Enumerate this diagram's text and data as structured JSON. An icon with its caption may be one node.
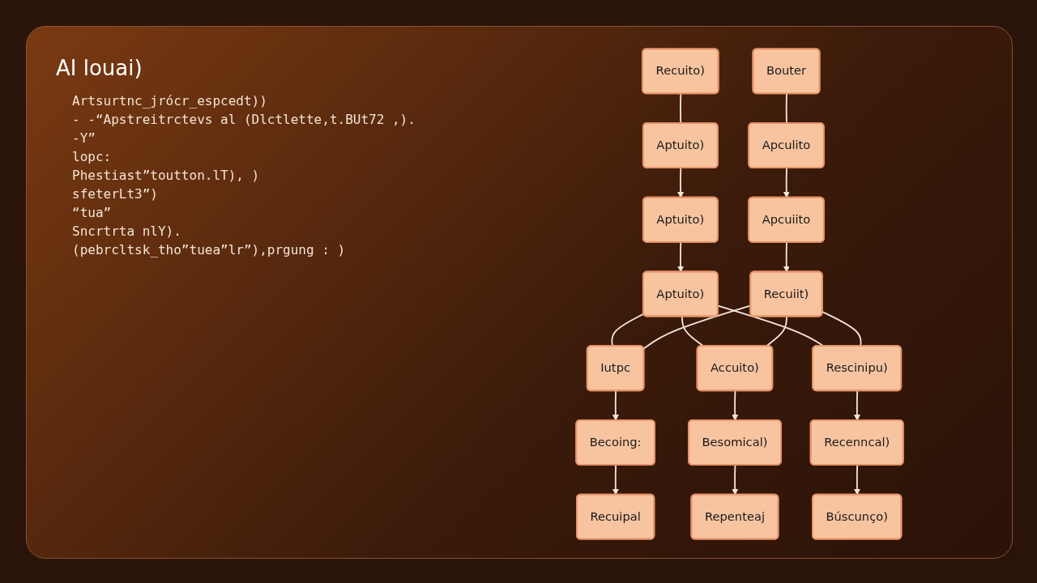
{
  "diagram": {
    "title": "AI louai)",
    "nodes": [
      {
        "text": [
          "Recuito)"
        ]
      },
      {
        "text": [
          "Aptuito)"
        ]
      },
      {
        "text": [
          "Aptuito)"
        ]
      },
      {
        "text": [
          "Aptuito)"
        ]
      },
      {
        "text": [
          "Bouter"
        ]
      },
      {
        "text": [
          "Apculito"
        ]
      },
      {
        "text": [
          "Apcuiito"
        ]
      },
      {
        "text": [
          "Recuiit)"
        ]
      },
      {
        "text": [
          "Iutpc"
        ]
      },
      {
        "text": [
          "Becoing:"
        ]
      },
      {
        "text": [
          "Recuipal"
        ]
      },
      {
        "text": [
          "Accuito)"
        ]
      },
      {
        "text": [
          "Besomical)"
        ]
      },
      {
        "text": [
          "Repenteaj"
        ]
      },
      {
        "text": [
          "Rescinipu)"
        ]
      },
      {
        "text": [
          "Recenncal)"
        ]
      },
      {
        "text": [
          "Búscunço)"
        ]
      }
    ],
    "edges": [
      {
        "from": 0,
        "to": 1,
        "arrow": "none"
      },
      {
        "from": 1,
        "to": 2,
        "arrow": "to"
      },
      {
        "from": 2,
        "to": 3,
        "arrow": "to"
      },
      {
        "from": 4,
        "to": 5,
        "arrow": "none"
      },
      {
        "from": 5,
        "to": 6,
        "arrow": "to"
      },
      {
        "from": 6,
        "to": 7,
        "arrow": "to"
      },
      {
        "from": 3,
        "to": 8,
        "arrow": "none"
      },
      {
        "from": 3,
        "to": 11,
        "arrow": "none"
      },
      {
        "from": 3,
        "to": 14,
        "arrow": "none"
      },
      {
        "from": 7,
        "to": 8,
        "arrow": "none"
      },
      {
        "from": 7,
        "to": 11,
        "arrow": "none"
      },
      {
        "from": 7,
        "to": 14,
        "arrow": "none"
      },
      {
        "from": 8,
        "to": 9,
        "arrow": "to"
      },
      {
        "from": 9,
        "to": 10,
        "arrow": "to"
      },
      {
        "from": 11,
        "to": 12,
        "arrow": "to"
      },
      {
        "from": 12,
        "to": 13,
        "arrow": "to"
      },
      {
        "from": 14,
        "to": 15,
        "arrow": "to"
      },
      {
        "from": 15,
        "to": 16,
        "arrow": "to"
      }
    ],
    "labels": [
      "Artsurtnc_jrócr_espcedt))",
      "- -“Apstreitrctevs al (Dlctlette,t.BUt72 ,).",
      "-Y”",
      "lopc:",
      "Phestiast”toutton.lT), )",
      "sfeterLt3”)",
      "“tua”",
      "Sncrtrta nlY).",
      "(pebrcltsk_tho”tuea”lr”),prgung : )"
    ]
  }
}
